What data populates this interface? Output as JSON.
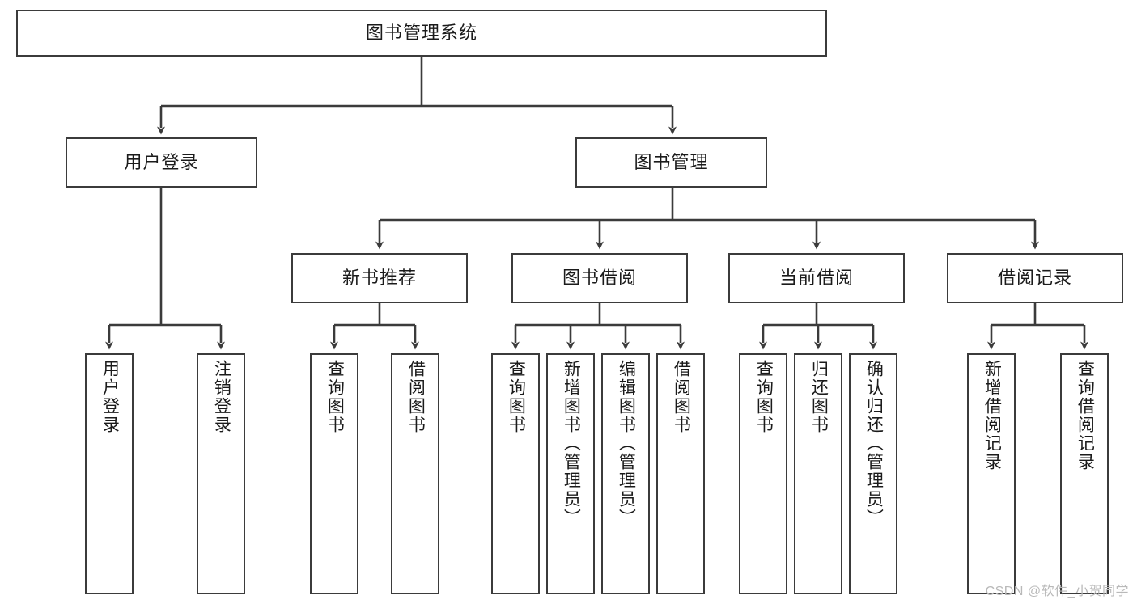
{
  "diagram": {
    "title": "图书管理系统",
    "type": "tree-hierarchy",
    "root": {
      "label": "图书管理系统"
    },
    "level2": [
      {
        "label": "用户登录"
      },
      {
        "label": "图书管理"
      }
    ],
    "level3": [
      {
        "label": "新书推荐"
      },
      {
        "label": "图书借阅"
      },
      {
        "label": "当前借阅"
      },
      {
        "label": "借阅记录"
      }
    ],
    "leaves": {
      "user_login": [
        {
          "label": "用户登录"
        },
        {
          "label": "注销登录"
        }
      ],
      "new_book_recommend": [
        {
          "label": "查询图书"
        },
        {
          "label": "借阅图书"
        }
      ],
      "book_borrow": [
        {
          "label": "查询图书"
        },
        {
          "label": "新增图书（管理员）"
        },
        {
          "label": "编辑图书（管理员）"
        },
        {
          "label": "借阅图书"
        }
      ],
      "current_borrow": [
        {
          "label": "查询图书"
        },
        {
          "label": "归还图书"
        },
        {
          "label": "确认归还（管理员）"
        }
      ],
      "borrow_record": [
        {
          "label": "新增借阅记录"
        },
        {
          "label": "查询借阅记录"
        }
      ]
    }
  },
  "watermark": {
    "text": "CSDN @软件_小贺同学"
  },
  "colors": {
    "stroke": "#3b3b3b",
    "fill": "#ffffff",
    "text": "#1b1b1b",
    "watermark": "#b9b9b9"
  }
}
